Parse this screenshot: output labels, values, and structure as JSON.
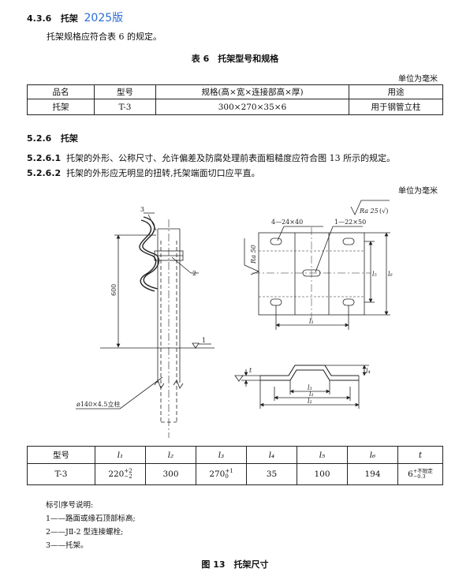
{
  "sec436": {
    "num": "4.3.6",
    "title": "托架",
    "tag": "2025版"
  },
  "para1": "托架规格应符合表 6 的规定。",
  "table6": {
    "title": "表 6　托架型号和规格",
    "unit": "单位为毫米",
    "headers": [
      "品名",
      "型号",
      "规格(高×宽×连接部高×厚)",
      "用途"
    ],
    "row": [
      "托架",
      "T-3",
      "300×270×35×6",
      "用于钢管立柱"
    ]
  },
  "sec526": {
    "num": "5.2.6",
    "title": "托架"
  },
  "clause1": {
    "num": "5.2.6.1",
    "text": "托架的外形、公称尺寸、允许偏差及防腐处理前表面粗糙度应符合图 13 所示的规定。"
  },
  "clause2": {
    "num": "5.2.6.2",
    "text": "托架的外形应无明显的扭转,托架端面切口应平直。"
  },
  "fig_unit": "单位为毫米",
  "drawing": {
    "label_600": "600",
    "label_1": "1",
    "label_2": "2",
    "label_3": "3",
    "label_pipe": "ø140×4.5立柱",
    "roughness_top": "Ra 25",
    "roughness_check": "(√)",
    "roughness_side": "Ra 50",
    "hole_a": "4—24×40",
    "hole_b": "1—22×50",
    "dim_l1": "l₁",
    "dim_l2": "l₂",
    "dim_l3": "l₃",
    "dim_l4": "l₄",
    "dim_l5": "l₅",
    "dim_l6": "l₆",
    "dim_t": "t"
  },
  "dimtable": {
    "headers": [
      "型号",
      "l₁",
      "l₂",
      "l₃",
      "l₄",
      "l₅",
      "l₆",
      "t"
    ],
    "model": "T-3",
    "l1": {
      "base": "220",
      "up": "+2",
      "lo": "−2"
    },
    "l2": "300",
    "l3": {
      "base": "270",
      "up": "+1",
      "lo": "0"
    },
    "l4": "35",
    "l5": "100",
    "l6": "194",
    "t": {
      "base": "6",
      "up": "+不限定",
      "lo": "−0.3"
    }
  },
  "legend": {
    "title": "标引序号说明:",
    "items": [
      "1——路面或缘石顶部标高;",
      "2——JⅡ-2 型连接螺栓;",
      "3——托架。"
    ]
  },
  "fig_caption": "图 13　托架尺寸"
}
